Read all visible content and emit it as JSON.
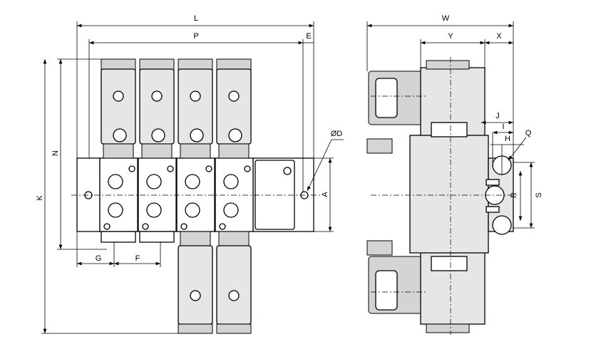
{
  "front_view": {
    "labels": {
      "L": "L",
      "P": "P",
      "E": "E",
      "D": "ØD",
      "N": "N",
      "K": "K",
      "A": "A",
      "G": "G",
      "F": "F"
    }
  },
  "side_view": {
    "labels": {
      "W": "W",
      "Y": "Y",
      "X": "X",
      "J": "J",
      "I": "I",
      "H": "H",
      "Q": "Q",
      "R": "R",
      "S": "S"
    }
  }
}
